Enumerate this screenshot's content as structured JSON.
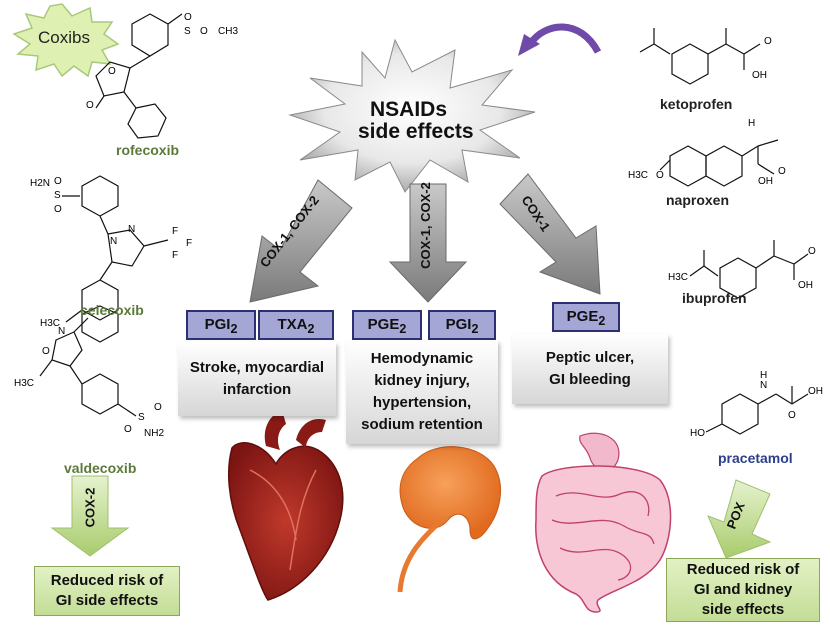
{
  "coxibs_label": "Coxibs",
  "center_title": [
    "NSAIDs",
    "side effects"
  ],
  "left_drugs": [
    "rofecoxib",
    "celecoxib",
    "valdecoxib"
  ],
  "right_drugs": [
    "ketoprofen",
    "naproxen",
    "ibuprofen",
    "pracetamol"
  ],
  "arrows": {
    "left": "COX-1, COX-2",
    "middle": "COX-1, COX-2",
    "right": "COX-1",
    "coxib": "COX-2",
    "paracetamol": "POX"
  },
  "mediators": {
    "left": [
      {
        "base": "PGI",
        "sub": "2"
      },
      {
        "base": "TXA",
        "sub": "2"
      }
    ],
    "middle": [
      {
        "base": "PGE",
        "sub": "2"
      },
      {
        "base": "PGI",
        "sub": "2"
      }
    ],
    "right": [
      {
        "base": "PGE",
        "sub": "2"
      }
    ]
  },
  "effects": {
    "left": [
      "Stroke, myocardial",
      "infarction"
    ],
    "middle": [
      "Hemodynamic",
      "kidney injury,",
      "hypertension,",
      "sodium retention"
    ],
    "right": [
      "Peptic ulcer,",
      "GI bleeding"
    ]
  },
  "reduced_risk": {
    "left": [
      "Reduced risk of",
      "GI side effects"
    ],
    "right": [
      "Reduced risk of",
      "GI and kidney",
      "side effects"
    ]
  },
  "chem_labels": {
    "rofecoxib": [
      "O",
      "S",
      "O",
      "CH3",
      "O",
      "O"
    ],
    "celecoxib": [
      "H2N",
      "S",
      "O",
      "O",
      "N",
      "N",
      "F",
      "F",
      "F",
      "H3C"
    ],
    "valdecoxib": [
      "N",
      "O",
      "H3C",
      "S",
      "O",
      "O",
      "NH2"
    ],
    "ketoprofen": [
      "OH",
      "O"
    ],
    "naproxen": [
      "H",
      "H3C",
      "O",
      "OH",
      "O"
    ],
    "ibuprofen": [
      "H3C",
      "OH",
      "O"
    ],
    "pracetamol": [
      "HO",
      "N",
      "H",
      "O",
      "OH"
    ]
  },
  "colors": {
    "med_fill": "#a4a6d6",
    "med_border": "#2c2f72",
    "risk_fill": "#d5e9b0",
    "arrow_gray": "#8a8a8a",
    "arrow_green": "#b9d68a",
    "heart": "#a3201c",
    "kidney": "#f08030",
    "intestine": "#d9508a",
    "purple_arrow": "#6f4aa8",
    "drug_green": "#5b7a3a",
    "drug_blue": "#2c3f8c"
  }
}
